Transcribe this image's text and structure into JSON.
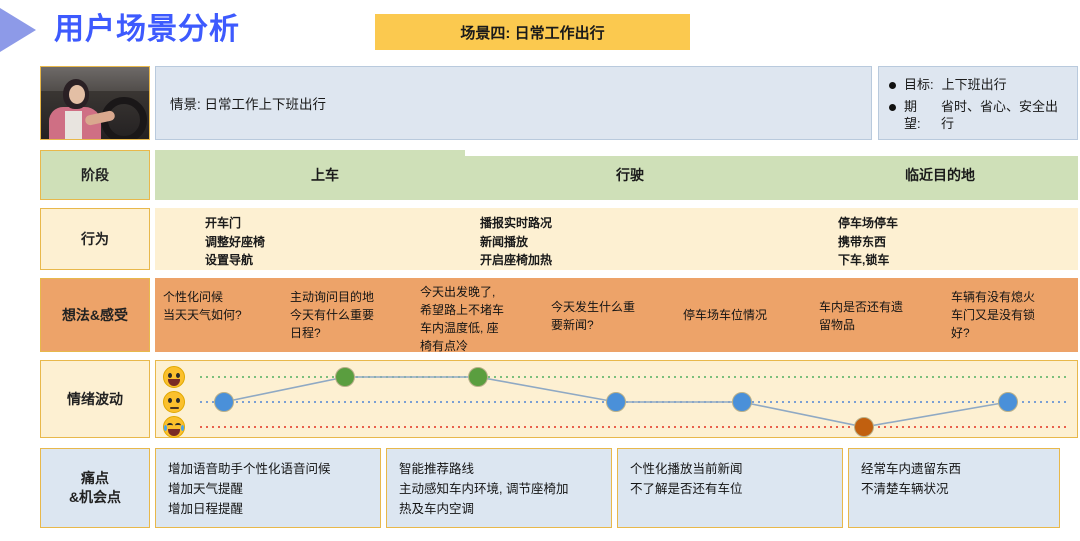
{
  "header": {
    "title": "用户场景分析",
    "scene_chip": "场景四:  日常工作出行",
    "arrow_icon": "triangle-right-icon",
    "accent_blue": "#3d5afe",
    "chip_yellow": "#fbc94f"
  },
  "scene_row": {
    "photo_alt": "driver-photo",
    "scene_text": "情景:  日常工作上下班出行",
    "goals": [
      {
        "label": "目标:",
        "value": "上下班出行"
      },
      {
        "label": "期望:",
        "value": "省时、省心、安全出行"
      }
    ]
  },
  "rows": {
    "stage": {
      "label": "阶段",
      "color": "#cfe0b8",
      "items": [
        "上车",
        "行驶",
        "临近目的地"
      ]
    },
    "behaviour": {
      "label": "行为",
      "color": "#fdf0d2",
      "columns": [
        [
          "开车门",
          "调整好座椅",
          "设置导航"
        ],
        [
          "播报实时路况",
          "新闻播放",
          "开启座椅加热"
        ],
        [
          "停车场停车",
          "携带东西",
          "下车,锁车"
        ]
      ]
    },
    "thoughts": {
      "label": "想法&感受",
      "color": "#eda369",
      "columns": [
        [
          "个性化问候",
          "当天天气如何?"
        ],
        [
          "主动询问目的地",
          "今天有什么重要",
          "日程?"
        ],
        [
          "今天出发晚了,",
          "希望路上不堵车",
          "车内温度低, 座",
          "椅有点冷"
        ],
        [
          "今天发生什么重",
          "要新闻?"
        ],
        [
          "停车场车位情况"
        ],
        [
          "车内是否还有遗",
          "留物品"
        ],
        [
          "车辆有没有熄火",
          "车门又是没有锁",
          "好?"
        ]
      ]
    },
    "emotion": {
      "label": "情绪波动",
      "color": "#fdf0d2",
      "emoji_levels": [
        "grinning-face-icon",
        "confused-face-icon",
        "laughing-tears-face-icon"
      ],
      "grid_line_colors": [
        "#7cbf7c",
        "#7a9fd4",
        "#e8604c"
      ],
      "node_colors": {
        "high": "#5a9e3f",
        "mid": "#4a90d9",
        "low": "#c1600f"
      }
    },
    "pain": {
      "label": "痛点\n&机会点",
      "color": "#dce6f1",
      "boxes": [
        [
          "增加语音助手个性化语音问候",
          "增加天气提醒",
          "增加日程提醒"
        ],
        [
          "智能推荐路线",
          "主动感知车内环境, 调节座椅加",
          "热及车内空调"
        ],
        [
          "个性化播放当前新闻",
          "不了解是否还有车位"
        ],
        [
          "经常车内遗留东西",
          "不清楚车辆状况"
        ]
      ]
    }
  },
  "chart_data": {
    "type": "line",
    "title": "情绪波动",
    "ylabel": "",
    "xlabel": "",
    "categories": [
      "个性化问候/当天天气",
      "主动询问目的地",
      "今天出发晚了",
      "今天发生什么重要新闻",
      "停车场车位情况",
      "车内是否还有遗留物品",
      "车辆有没有熄火车门没锁好"
    ],
    "y_levels": [
      "高兴",
      "一般",
      "不满"
    ],
    "values": [
      2,
      3,
      3,
      2,
      2,
      1,
      2
    ],
    "point_colors": [
      "#4a90d9",
      "#5a9e3f",
      "#5a9e3f",
      "#4a90d9",
      "#4a90d9",
      "#c1600f",
      "#4a90d9"
    ],
    "grid": true,
    "legend": "none"
  }
}
